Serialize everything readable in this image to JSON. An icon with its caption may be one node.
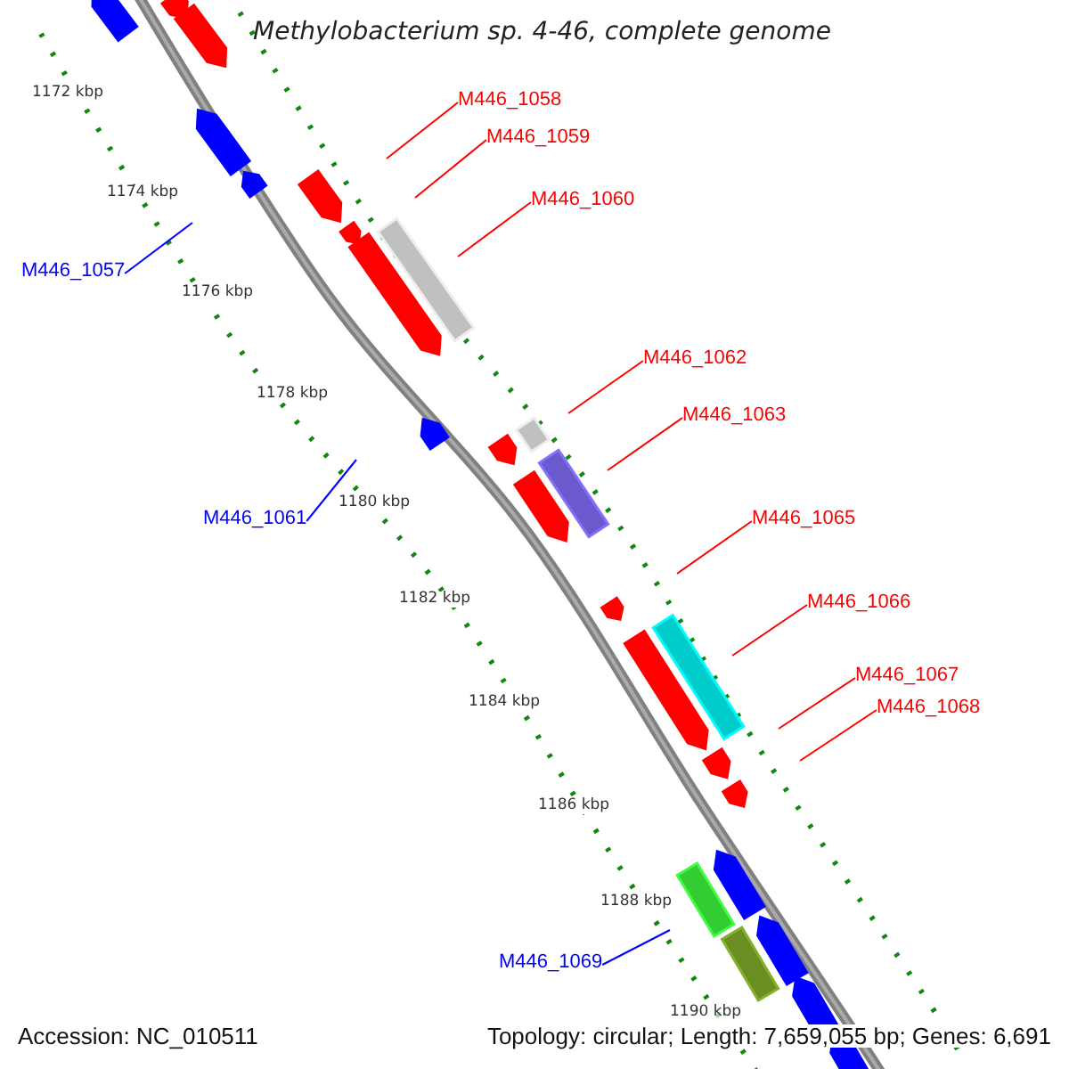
{
  "diagram": {
    "title": "Methylobacterium sp. 4-46, complete genome",
    "nodes": [
      {
        "text": [
          "M446_1057"
        ]
      },
      {
        "text": [
          "M446_1058"
        ]
      },
      {
        "text": [
          "M446_1059"
        ]
      },
      {
        "text": [
          "M446_1060"
        ]
      },
      {
        "text": [
          "M446_1061"
        ]
      },
      {
        "text": [
          "M446_1062"
        ]
      },
      {
        "text": [
          "M446_1063"
        ]
      },
      {
        "text": [
          "M446_1065"
        ]
      },
      {
        "text": [
          "M446_1066"
        ]
      },
      {
        "text": [
          "M446_1067"
        ]
      },
      {
        "text": [
          "M446_1068"
        ]
      },
      {
        "text": [
          "M446_1069"
        ]
      }
    ],
    "edges": [
      {
        "from": 0,
        "to": null,
        "arrow": "none",
        "color": "#0000ff"
      },
      {
        "from": 1,
        "to": null,
        "arrow": "none"
      },
      {
        "from": 2,
        "to": null,
        "arrow": "none"
      },
      {
        "from": 3,
        "to": null,
        "arrow": "none"
      },
      {
        "from": 4,
        "to": null,
        "arrow": "none",
        "color": "#0000ff"
      },
      {
        "from": 5,
        "to": null,
        "arrow": "none"
      },
      {
        "from": 6,
        "to": null,
        "arrow": "none"
      },
      {
        "from": 7,
        "to": null,
        "arrow": "none"
      },
      {
        "from": 8,
        "to": null,
        "arrow": "none"
      },
      {
        "from": 9,
        "to": null,
        "arrow": "none"
      },
      {
        "from": 10,
        "to": null,
        "arrow": "none"
      },
      {
        "from": 11,
        "to": null,
        "arrow": "none",
        "color": "#0000ff"
      }
    ],
    "labels": [
      "1172 kbp",
      "1174 kbp",
      "1176 kbp",
      "1178 kbp",
      "1180 kbp",
      "1182 kbp",
      "1184 kbp",
      "1186 kbp",
      "1188 kbp",
      "1190 kbp",
      "Accession: NC_010511",
      "Topology: circular; Length: 7,659,055 bp; Genes: 6,691"
    ]
  }
}
